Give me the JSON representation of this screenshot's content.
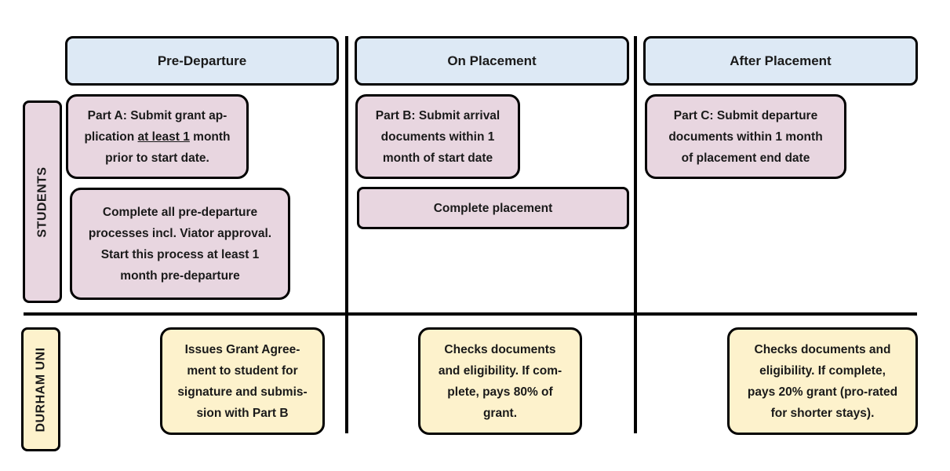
{
  "phases": [
    "Pre-Departure",
    "On Placement",
    "After Placement"
  ],
  "lanes": {
    "students": "STUDENTS",
    "durham": "DURHAM UNI"
  },
  "students": {
    "part_a": {
      "line1": "Part A: Submit grant ap-",
      "line2_pre": "plication ",
      "line2_underline": "at least 1",
      "line2_post": " month",
      "line3": "prior to start date."
    },
    "pre_departure": "Complete all pre-departure\nprocesses incl. Viator approval.\nStart this process at least 1\nmonth pre-departure",
    "part_b": "Part B: Submit arrival\ndocuments within 1\nmonth of start date",
    "complete_placement": "Complete placement",
    "part_c": "Part C: Submit departure\ndocuments within 1 month\nof placement end date"
  },
  "durham": {
    "grant_agreement": "Issues Grant Agree-\nment to student for\nsignature and submis-\nsion with Part B",
    "checks_80": "Checks documents\nand eligibility. If com-\nplete, pays 80% of\ngrant.",
    "checks_20": "Checks documents and\neligibility. If complete,\npays 20% grant (pro-rated\nfor shorter stays)."
  }
}
